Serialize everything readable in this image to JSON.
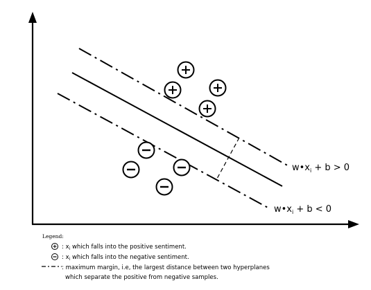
{
  "labels": {
    "upper_margin": {
      "prefix": "w•x",
      "sub": "i",
      "suffix": " + b > 0"
    },
    "lower_margin": {
      "prefix": "w•x",
      "sub": "i",
      "suffix": " + b < 0"
    }
  },
  "legend": {
    "title": "Legend:",
    "positive": {
      "prefix": ": x",
      "sub": "i",
      "text": " which falls into the positive sentiment."
    },
    "negative": {
      "prefix": ": x",
      "sub": "i",
      "text": " which falls into the negative sentiment."
    },
    "margin_line1": ": maximum margin, i.e, the largest distance between two hyperplanes",
    "margin_line2": "which separate the positive from negative samples."
  },
  "symbols": {
    "positive": "+",
    "negative": "−"
  }
}
